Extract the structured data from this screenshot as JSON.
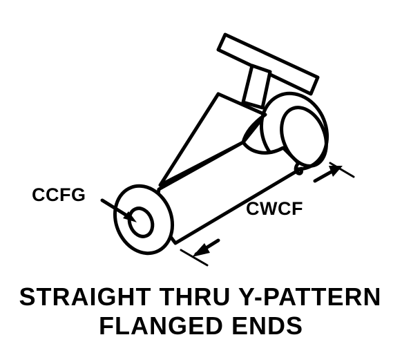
{
  "figure": {
    "callouts": {
      "ccfg": "CCFG",
      "cwcf": "CWCF"
    },
    "caption": {
      "line1": "STRAIGHT THRU Y-PATTERN",
      "line2": "FLANGED ENDS"
    }
  }
}
